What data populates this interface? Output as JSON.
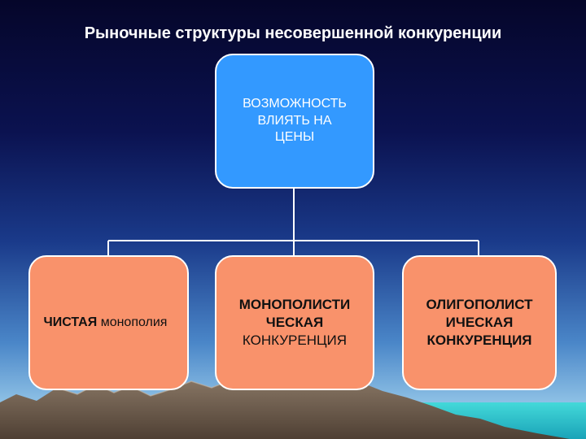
{
  "slide": {
    "title": "Рыночные структуры несовершенной конкуренции"
  },
  "diagram": {
    "root": {
      "lines": [
        "ВОЗМОЖНОСТЬ",
        "ВЛИЯТЬ НА",
        "ЦЕНЫ"
      ]
    },
    "children": [
      {
        "part_strong": "ЧИСТАЯ",
        "part_normal": "монополия"
      },
      {
        "lines": [
          "МОНОПОЛИСТИ",
          "ЧЕСКАЯ",
          "КОНКУРЕНЦИЯ"
        ]
      },
      {
        "lines": [
          "ОЛИГОПОЛИСТ",
          "ИЧЕСКАЯ",
          "КОНКУРЕНЦИЯ"
        ]
      }
    ],
    "colors": {
      "root_fill": "#3399ff",
      "child_fill": "#f9926b",
      "connector": "#ffffff"
    }
  }
}
